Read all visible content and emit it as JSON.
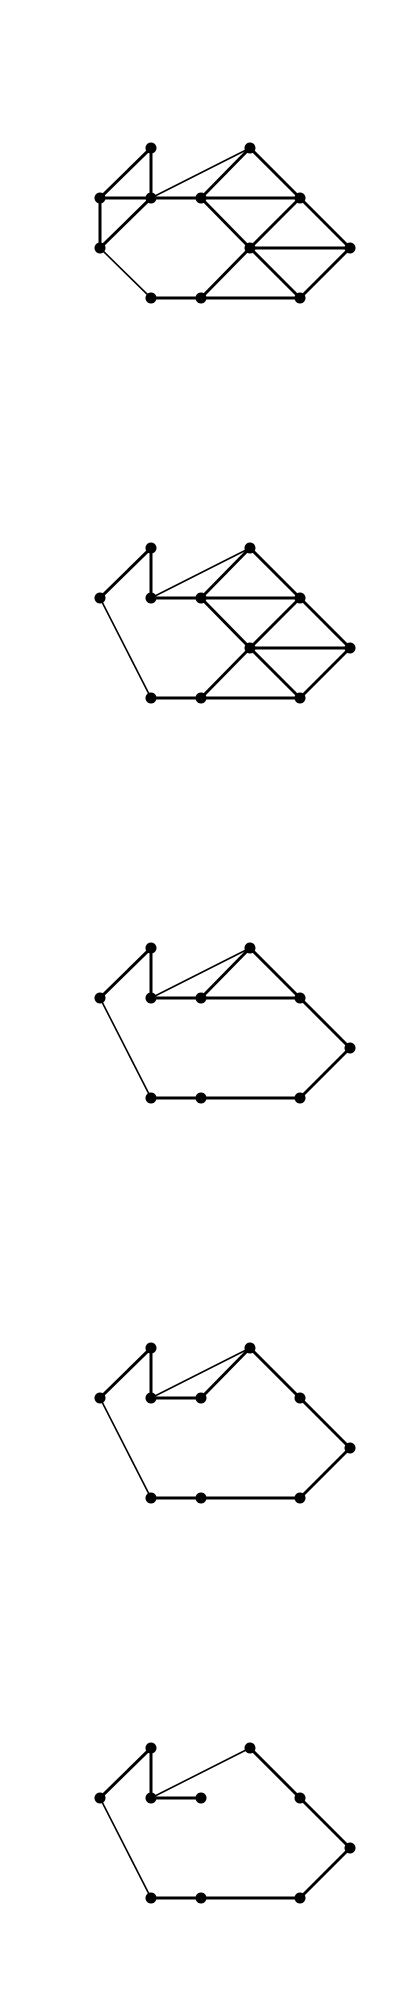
{
  "diagram": {
    "type": "graph-sequence",
    "node_color": "#000000",
    "edge_color": "#000000",
    "background": "#ffffff",
    "nodes": [
      "a",
      "b",
      "c",
      "d",
      "e",
      "f",
      "g",
      "h",
      "i",
      "j",
      "k",
      "l",
      "m"
    ],
    "graphs": [
      {
        "id": "graph-1",
        "edges": [
          [
            "a",
            "c"
          ],
          [
            "a",
            "d"
          ],
          [
            "a",
            "k"
          ],
          [
            "b",
            "d"
          ],
          [
            "b",
            "e"
          ],
          [
            "c",
            "d"
          ],
          [
            "d",
            "e"
          ],
          [
            "d",
            "f"
          ],
          [
            "e",
            "f"
          ],
          [
            "e",
            "g"
          ],
          [
            "e",
            "i"
          ],
          [
            "f",
            "i"
          ],
          [
            "g",
            "i"
          ],
          [
            "g",
            "j"
          ],
          [
            "h",
            "i"
          ],
          [
            "h",
            "j"
          ],
          [
            "i",
            "j"
          ],
          [
            "i",
            "m"
          ],
          [
            "j",
            "m"
          ],
          [
            "k",
            "l"
          ],
          [
            "l",
            "m"
          ]
        ]
      },
      {
        "id": "graph-2",
        "edges": [
          [
            "a",
            "c"
          ],
          [
            "a",
            "k"
          ],
          [
            "b",
            "d"
          ],
          [
            "b",
            "e"
          ],
          [
            "c",
            "d"
          ],
          [
            "d",
            "e"
          ],
          [
            "d",
            "f"
          ],
          [
            "e",
            "f"
          ],
          [
            "e",
            "g"
          ],
          [
            "e",
            "i"
          ],
          [
            "f",
            "i"
          ],
          [
            "g",
            "i"
          ],
          [
            "g",
            "j"
          ],
          [
            "h",
            "i"
          ],
          [
            "h",
            "j"
          ],
          [
            "i",
            "j"
          ],
          [
            "i",
            "m"
          ],
          [
            "j",
            "m"
          ],
          [
            "k",
            "l"
          ],
          [
            "l",
            "m"
          ]
        ]
      },
      {
        "id": "graph-3",
        "edges": [
          [
            "a",
            "c"
          ],
          [
            "a",
            "k"
          ],
          [
            "b",
            "d"
          ],
          [
            "b",
            "e"
          ],
          [
            "c",
            "d"
          ],
          [
            "d",
            "e"
          ],
          [
            "d",
            "f"
          ],
          [
            "e",
            "f"
          ],
          [
            "e",
            "g"
          ],
          [
            "f",
            "g"
          ],
          [
            "g",
            "h"
          ],
          [
            "h",
            "m"
          ],
          [
            "k",
            "l"
          ],
          [
            "l",
            "m"
          ]
        ]
      },
      {
        "id": "graph-4",
        "edges": [
          [
            "a",
            "c"
          ],
          [
            "a",
            "k"
          ],
          [
            "b",
            "d"
          ],
          [
            "b",
            "e"
          ],
          [
            "c",
            "d"
          ],
          [
            "d",
            "e"
          ],
          [
            "e",
            "f"
          ],
          [
            "e",
            "g"
          ],
          [
            "g",
            "h"
          ],
          [
            "h",
            "m"
          ],
          [
            "k",
            "l"
          ],
          [
            "l",
            "m"
          ]
        ]
      },
      {
        "id": "graph-5",
        "edges": [
          [
            "a",
            "c"
          ],
          [
            "a",
            "k"
          ],
          [
            "b",
            "d"
          ],
          [
            "b",
            "e"
          ],
          [
            "c",
            "d"
          ],
          [
            "e",
            "g"
          ],
          [
            "g",
            "h"
          ],
          [
            "h",
            "m"
          ],
          [
            "k",
            "l"
          ],
          [
            "l",
            "m"
          ]
        ]
      }
    ]
  }
}
